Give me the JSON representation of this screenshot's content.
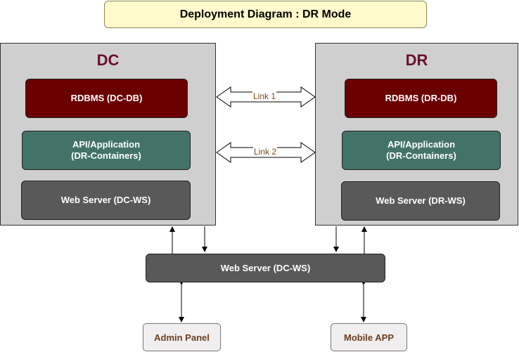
{
  "title": "Deployment Diagram : DR Mode",
  "sites": {
    "dc": {
      "label": "DC",
      "db": "RDBMS (DC-DB)",
      "api": "API/Application\n(DR-Containers)",
      "ws": "Web Server (DC-WS)"
    },
    "dr": {
      "label": "DR",
      "db": "RDBMS (DR-DB)",
      "api": "API/Application\n(DR-Containers)",
      "ws": "Web Server (DR-WS)"
    }
  },
  "links": {
    "link1": "Link 1",
    "link2": "Link 2"
  },
  "front_ws": "Web Server (DC-WS)",
  "clients": {
    "admin": "Admin Panel",
    "mobile": "Mobile APP"
  },
  "colors": {
    "title_bg": "#fff9cc",
    "site_bg": "#cfcfcf",
    "site_label": "#6b0f2e",
    "db": "#6b0000",
    "api": "#437368",
    "ws": "#595959",
    "client_text": "#6b3e1e"
  }
}
